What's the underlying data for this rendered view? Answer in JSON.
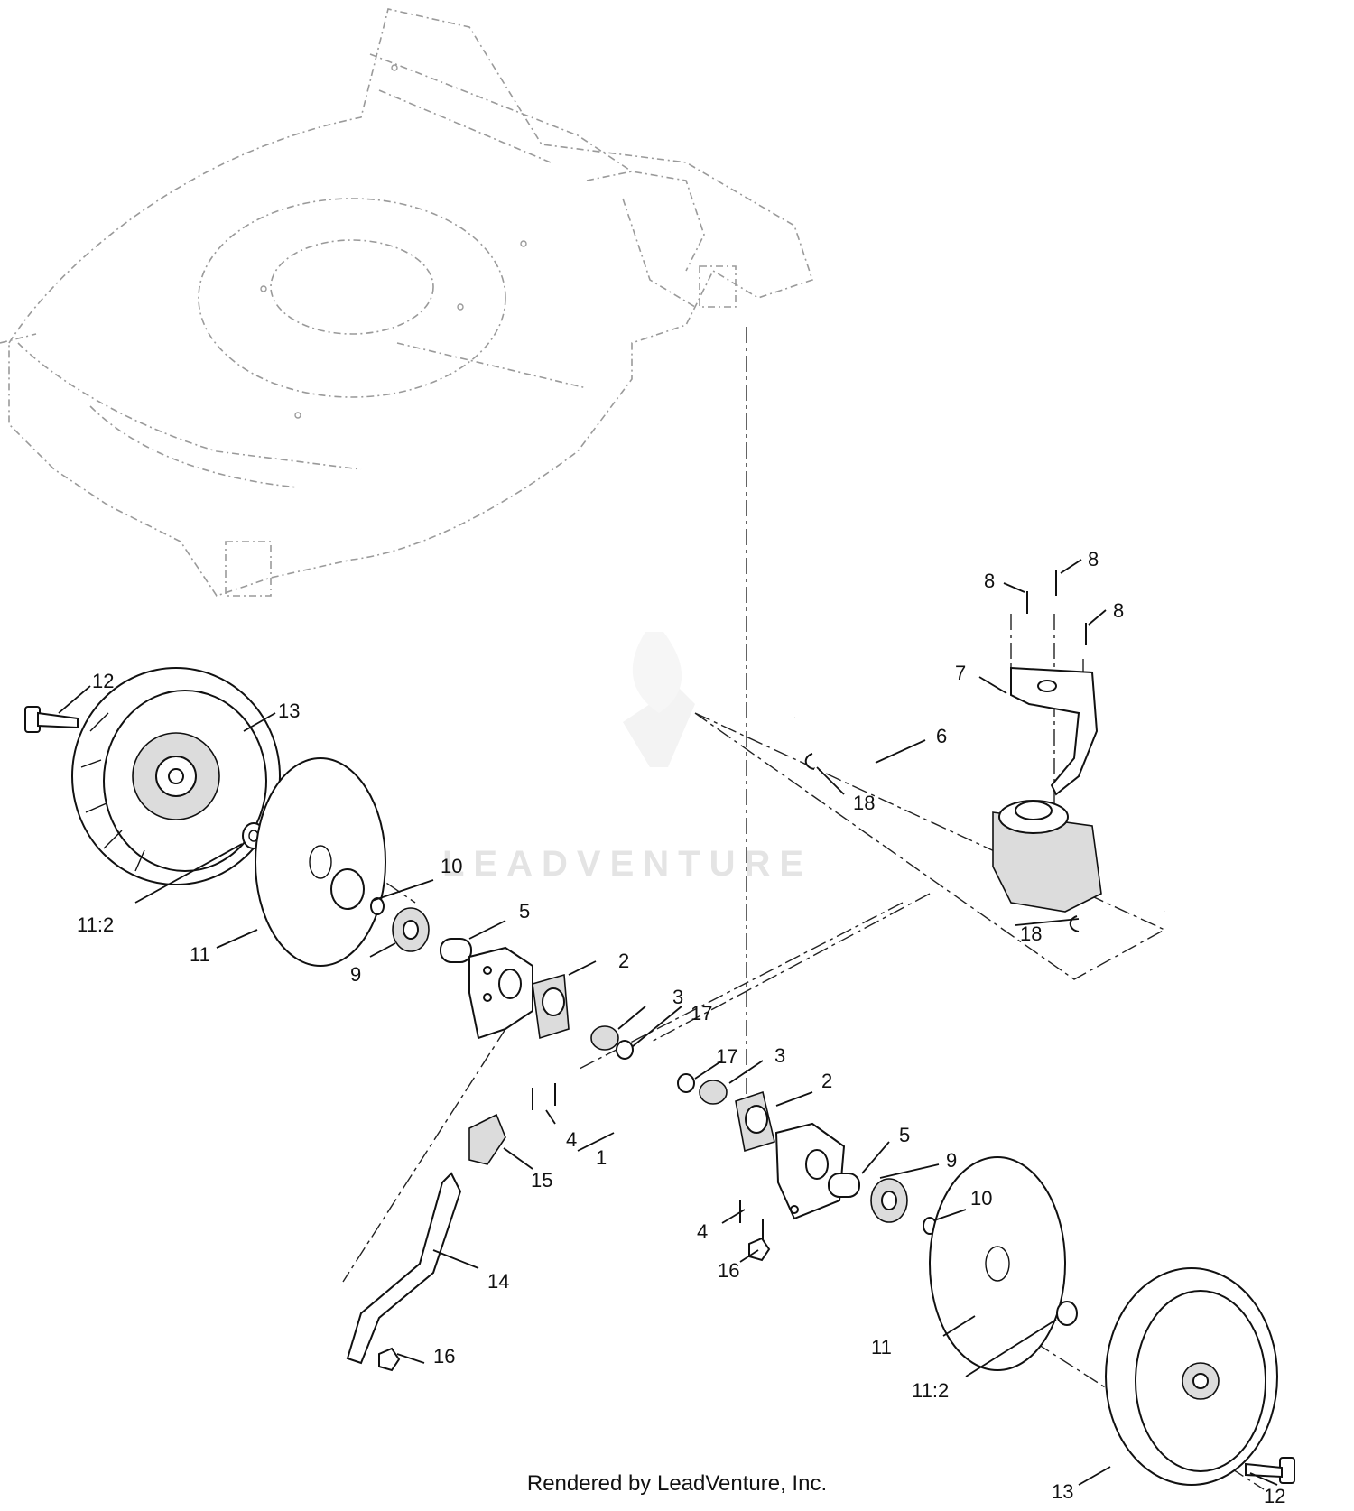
{
  "credit": "Rendered by LeadVenture, Inc.",
  "watermark": "LEADVENTURE",
  "callouts": [
    "1",
    "2",
    "2",
    "3",
    "3",
    "4",
    "4",
    "5",
    "5",
    "6",
    "7",
    "8",
    "8",
    "8",
    "9",
    "9",
    "10",
    "10",
    "11",
    "11",
    "11:2",
    "11:2",
    "12",
    "12",
    "13",
    "13",
    "14",
    "15",
    "16",
    "16",
    "17",
    "17",
    "18",
    "18"
  ]
}
